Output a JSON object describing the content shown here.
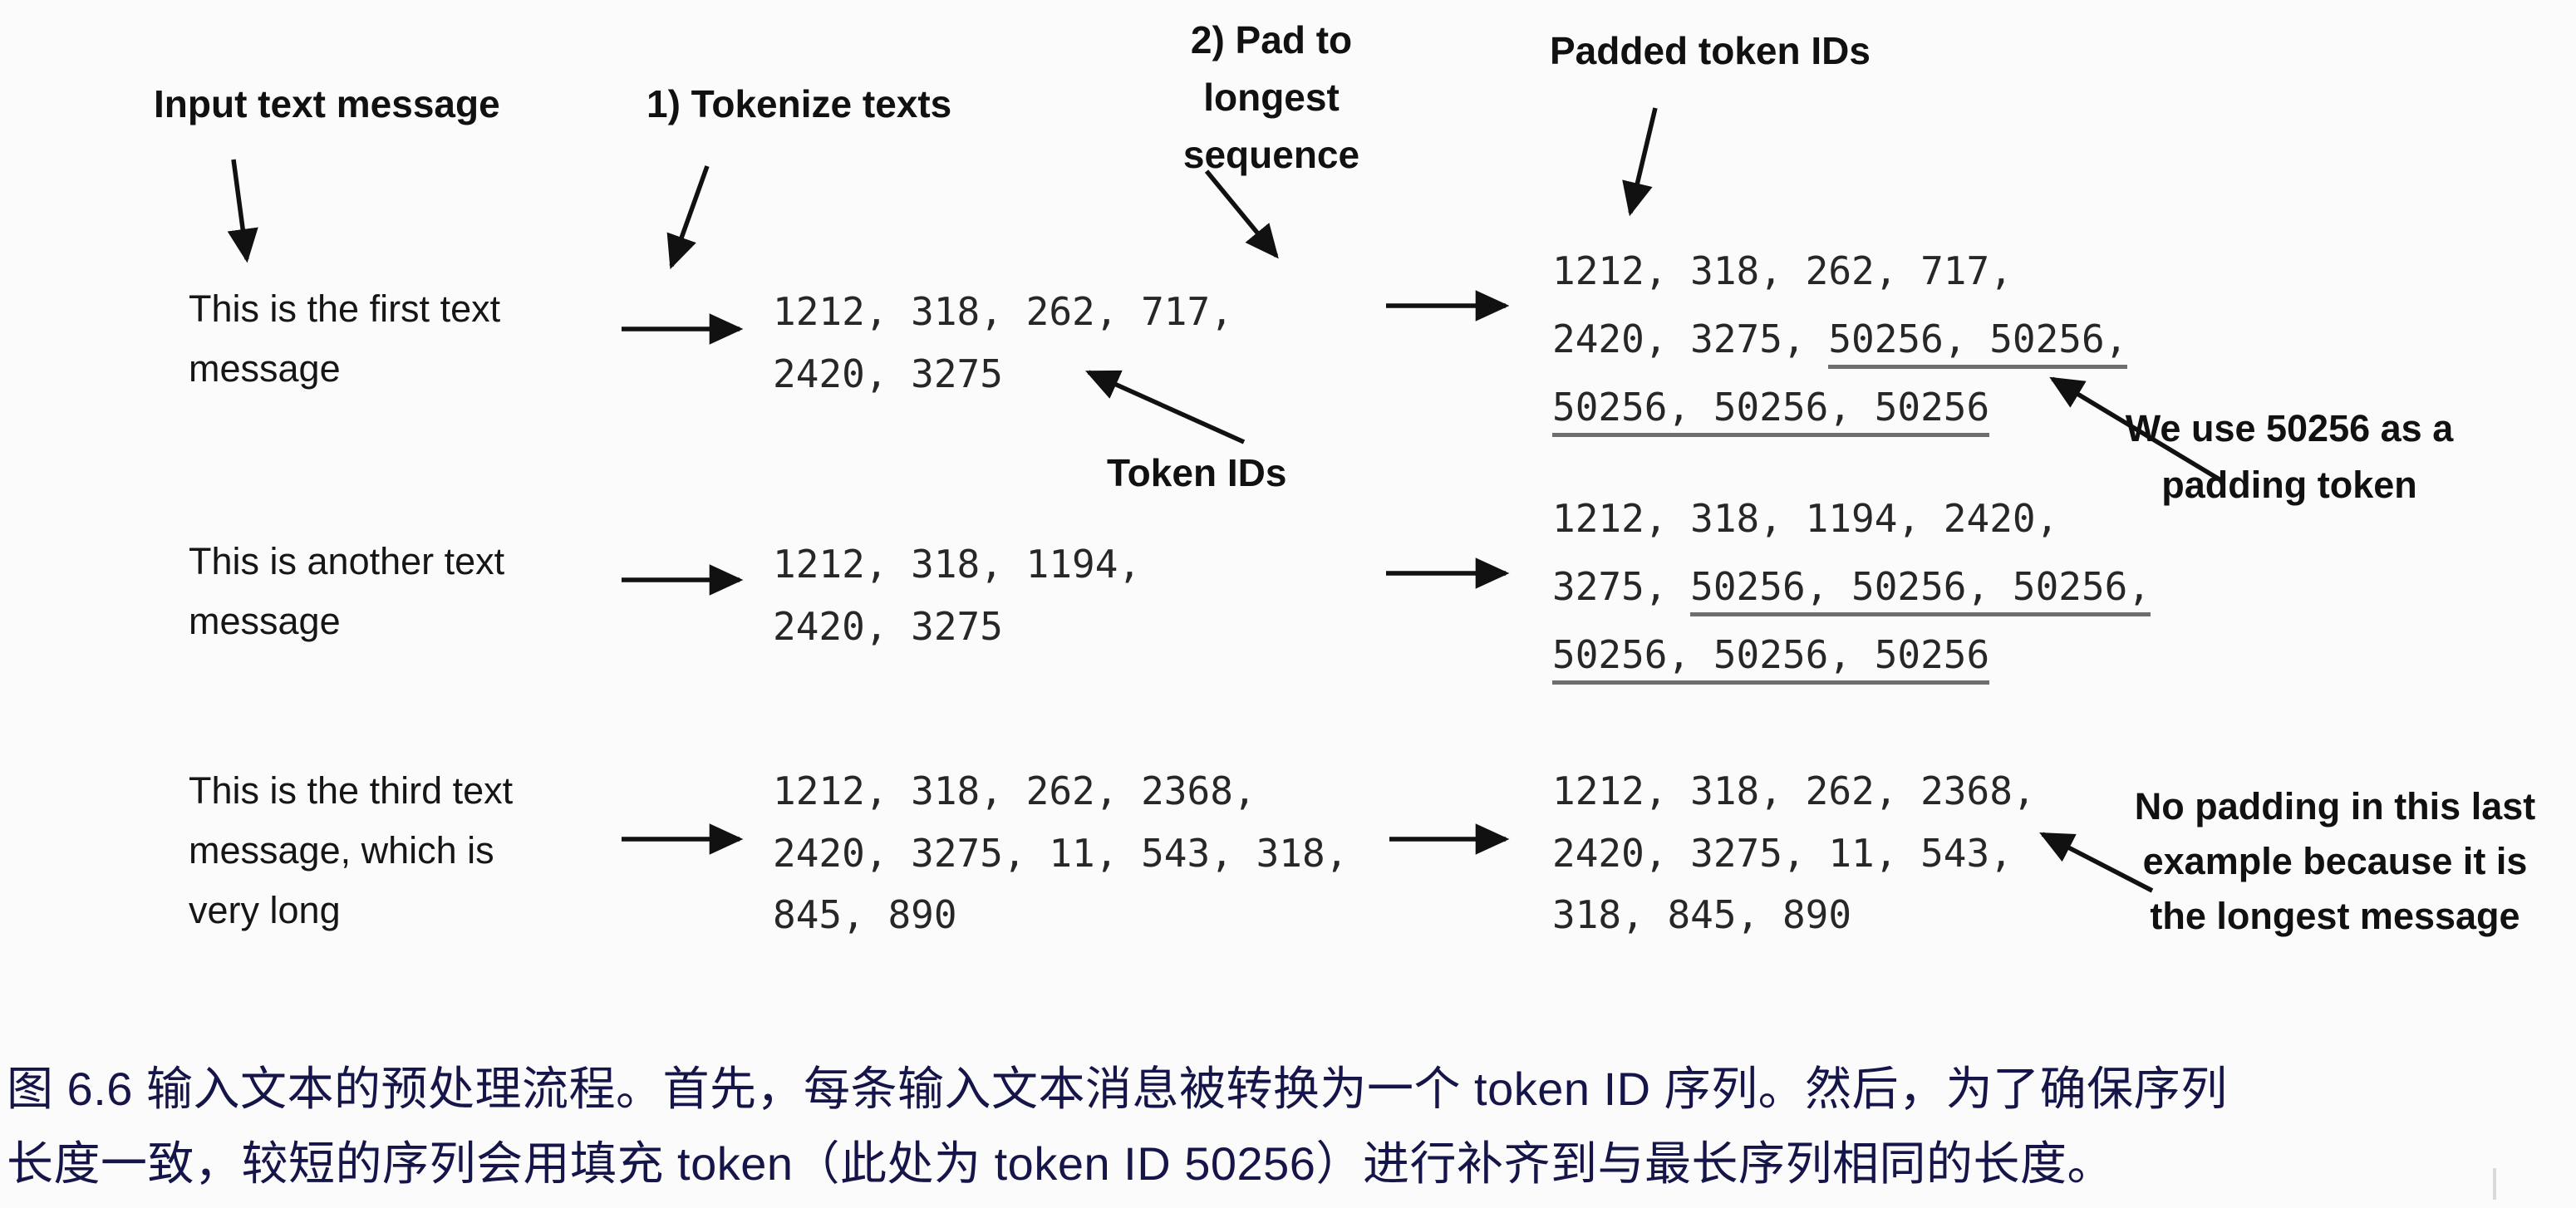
{
  "labels": {
    "input": "Input text message",
    "tokenize": "1) Tokenize texts",
    "pad_line1": "2) Pad to longest",
    "pad_line2": "sequence",
    "padded": "Padded token IDs",
    "token_ids": "Token IDs"
  },
  "annotations": {
    "padding_token_line1": "We use 50256 as a",
    "padding_token_line2": "padding token",
    "no_padding_line1": "No padding in this last",
    "no_padding_line2": "example because it is",
    "no_padding_line3": "the longest message"
  },
  "rows": [
    {
      "message": [
        "This is the first text",
        "message"
      ],
      "token_ids": [
        "1212, 318, 262, 717,",
        "2420, 3275"
      ],
      "padded": [
        {
          "plain": "1212, 318, 262, 717,",
          "pad": ""
        },
        {
          "plain": "2420, 3275, ",
          "pad": "50256, 50256,"
        },
        {
          "plain": "",
          "pad": "50256, 50256, 50256"
        }
      ]
    },
    {
      "message": [
        "This is another text",
        "message"
      ],
      "token_ids": [
        "1212, 318, 1194,",
        "2420, 3275"
      ],
      "padded": [
        {
          "plain": "1212, 318, 1194, 2420,",
          "pad": ""
        },
        {
          "plain": "3275, ",
          "pad": "50256, 50256, 50256,"
        },
        {
          "plain": "",
          "pad": "50256, 50256, 50256"
        }
      ]
    },
    {
      "message": [
        "This is the third text",
        "message, which is",
        "very long"
      ],
      "token_ids": [
        "1212, 318, 262, 2368,",
        "2420, 3275, 11, 543, 318,",
        "845, 890"
      ],
      "padded": [
        {
          "plain": "1212, 318, 262, 2368,",
          "pad": ""
        },
        {
          "plain": "2420, 3275, 11, 543,",
          "pad": ""
        },
        {
          "plain": "318, 845, 890",
          "pad": ""
        }
      ]
    }
  ],
  "caption": {
    "line1": "图 6.6 输入文本的预处理流程。首先，每条输入文本消息被转换为一个 token ID 序列。然后，为了确保序列",
    "line2": "长度一致，较短的序列会用填充 token（此处为 token ID 50256）进行补齐到与最长序列相同的长度。"
  },
  "colors": {
    "background": "#fbfbfb",
    "diagram_text": "#111111",
    "token_text": "#272727",
    "underline": "#6e6e6e",
    "caption_text": "#15154a",
    "arrow": "#111111"
  }
}
